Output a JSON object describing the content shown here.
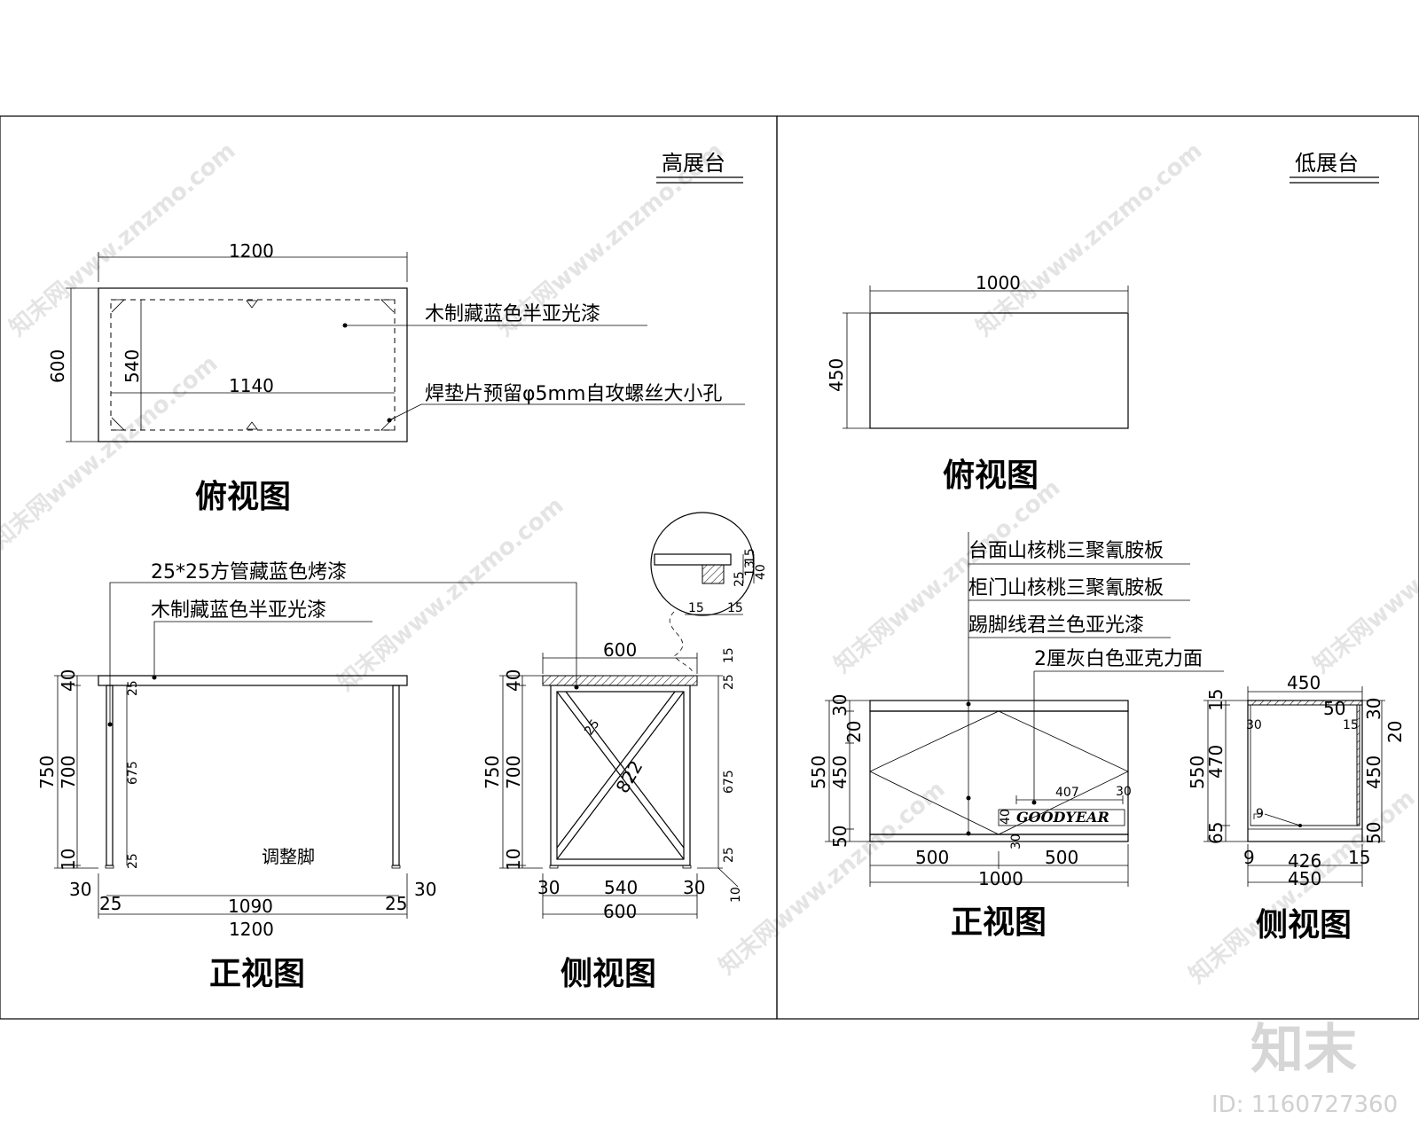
{
  "watermark": {
    "text": "知末网www.znzmo.com",
    "brand": "知末",
    "id_text": "ID: 1160727360",
    "color": "#d9d9d9"
  },
  "left_panel": {
    "title": "高展台",
    "top_view": {
      "label": "俯视图",
      "dims": {
        "width": "1200",
        "inner_width": "1140",
        "depth": "600",
        "inner_depth": "540"
      },
      "notes": {
        "finish": "木制藏蓝色半亚光漆",
        "hole": "焊垫片预留φ5mm自攻螺丝大小孔"
      }
    },
    "front_view": {
      "label": "正视图",
      "notes": {
        "tube": "25*25方管藏蓝色烤漆",
        "finish": "木制藏蓝色半亚光漆",
        "foot": "调整脚"
      },
      "dims": {
        "top": "40",
        "h700": "700",
        "h750": "750",
        "foot": "10",
        "inner_top": "25",
        "leg": "675",
        "inner_bottom": "25",
        "left_off": "30",
        "left_tube": "25",
        "span": "1090",
        "right_tube": "25",
        "right_off": "30",
        "total": "1200"
      }
    },
    "side_view": {
      "label": "侧视图",
      "dims": {
        "width_top": "600",
        "top": "40",
        "h700": "700",
        "h750": "750",
        "foot": "10",
        "diag_25": "25",
        "diag_len": "822",
        "r15": "15",
        "r25": "25",
        "r675": "675",
        "r25b": "25",
        "r10": "10",
        "left_off": "30",
        "span": "540",
        "right_off": "30",
        "total": "600"
      },
      "detail": {
        "d15": "15",
        "d13": "13",
        "d25": "25",
        "d40": "40",
        "b15a": "15",
        "b15b": "15"
      }
    }
  },
  "right_panel": {
    "title": "低展台",
    "top_view": {
      "label": "俯视图",
      "dims": {
        "width": "1000",
        "depth": "450"
      }
    },
    "front_view": {
      "label": "正视图",
      "notes": {
        "top": "台面山核桃三聚氰胺板",
        "door": "柜门山核桃三聚氰胺板",
        "kick": "踢脚线君兰色亚光漆",
        "acrylic": "2厘灰白色亚克力面"
      },
      "logo_text": "GOODYEAR",
      "dims": {
        "h550": "550",
        "t30": "30",
        "t20": "20",
        "h450": "450",
        "b50": "50",
        "logo_w": "407",
        "logo_r": "30",
        "logo_h": "40",
        "logo_b": "30",
        "half_l": "500",
        "half_r": "500",
        "total": "1000"
      }
    },
    "side_view": {
      "label": "侧视图",
      "dims": {
        "width_top": "450",
        "l15": "15",
        "h550": "550",
        "h470": "470",
        "l65": "65",
        "i30": "30",
        "i50": "50",
        "i15": "15",
        "r30": "30",
        "r20": "20",
        "r450": "450",
        "r50": "50",
        "i9": "9",
        "b9": "9",
        "inner": "426",
        "b15": "15",
        "total": "450"
      }
    }
  }
}
